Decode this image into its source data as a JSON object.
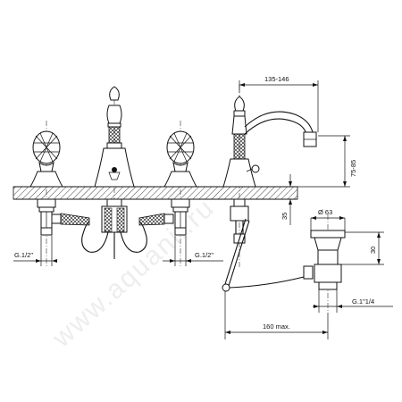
{
  "dimensions": {
    "spout_reach": "135-146",
    "spout_height": "75-85",
    "deck_thickness": "35",
    "drain_diameter": "Ø 63",
    "drain_height": "30",
    "connection_left": "G.1/2\"",
    "connection_right": "G.1/2\"",
    "drain_thread": "G.1\"1/4",
    "rod_length": "160 max."
  },
  "watermark": "www.aquanil.ru"
}
